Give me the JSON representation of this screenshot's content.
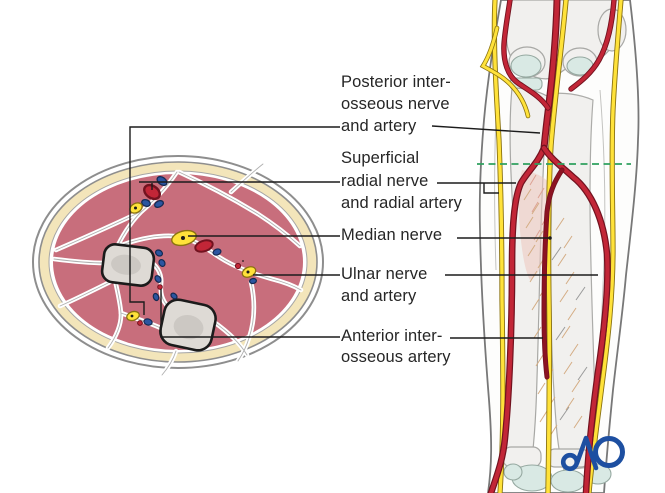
{
  "labels": [
    {
      "name": "posterior-interosseous",
      "lines": [
        "Posterior inter-",
        "osseous nerve",
        "and artery"
      ]
    },
    {
      "name": "superficial-radial",
      "lines": [
        "Superficial",
        "radial nerve",
        "and radial artery"
      ]
    },
    {
      "name": "median-nerve",
      "lines": [
        "Median nerve"
      ]
    },
    {
      "name": "ulnar",
      "lines": [
        "Ulnar nerve",
        "and artery"
      ]
    },
    {
      "name": "anterior-interosseous",
      "lines": [
        "Anterior inter-",
        "osseous artery"
      ]
    }
  ],
  "logo": {
    "text": "AO"
  },
  "colors": {
    "artery": "#c22637",
    "artery_dark": "#72121f",
    "artery_deep": "#8c1322",
    "nerve": "#ffe23a",
    "nerve_dark": "#8a7210",
    "vein": "#2b55a0",
    "vein_dark": "#152a52",
    "muscle": "#c86e7c",
    "fat": "#f3e5ba",
    "bone": "#dedad5",
    "bone_inner": "#ccc8c3",
    "bone_light": "#f1f0ee",
    "cartilage": "#d9e9e4",
    "skin_line": "#8e8e8e",
    "section_level": "#2fa05e",
    "logo": "#1d4fa1",
    "label_text": "#262626",
    "leader": "#1c1c1c"
  }
}
